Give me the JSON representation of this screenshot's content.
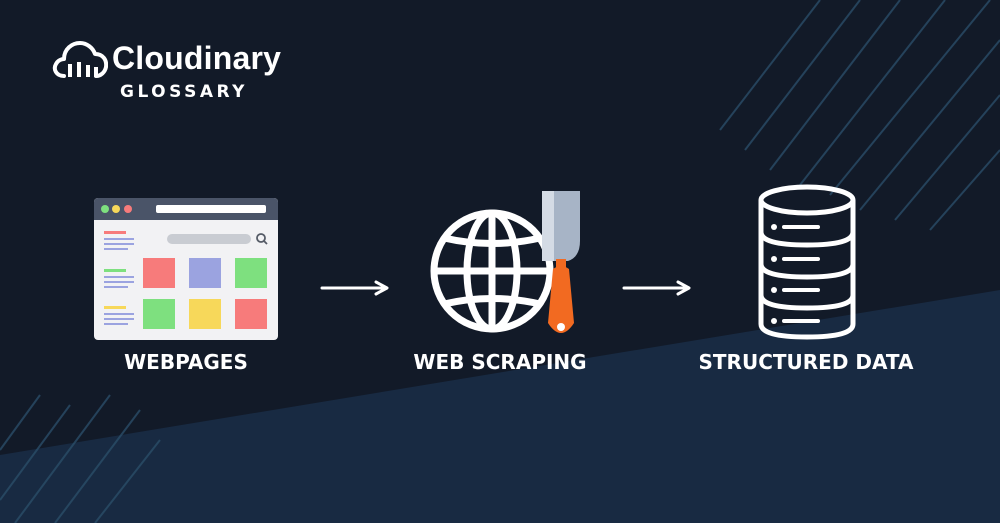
{
  "brand": {
    "name": "Cloudinary",
    "subtitle": "GLOSSARY",
    "icon": "cloud-logo-icon"
  },
  "diagram": {
    "stages": [
      {
        "label": "WEBPAGES",
        "icon": "webpage-icon"
      },
      {
        "label": "WEB SCRAPING",
        "icon": "globe-scraper-icon"
      },
      {
        "label": "STRUCTURED DATA",
        "icon": "database-icon"
      }
    ],
    "connectors": [
      "arrow-right-icon",
      "arrow-right-icon"
    ]
  },
  "colors": {
    "background": "#121a28",
    "lower_panel": "#182a42",
    "stripes": "#2a4d68",
    "text": "#ffffff",
    "webpage_pink": "#f77b7b",
    "webpage_purple": "#9ba3e0",
    "webpage_green": "#7ee07f",
    "webpage_yellow": "#f7d85a",
    "scraper_orange": "#f26a21",
    "scraper_blade": "#a7b4c6"
  }
}
